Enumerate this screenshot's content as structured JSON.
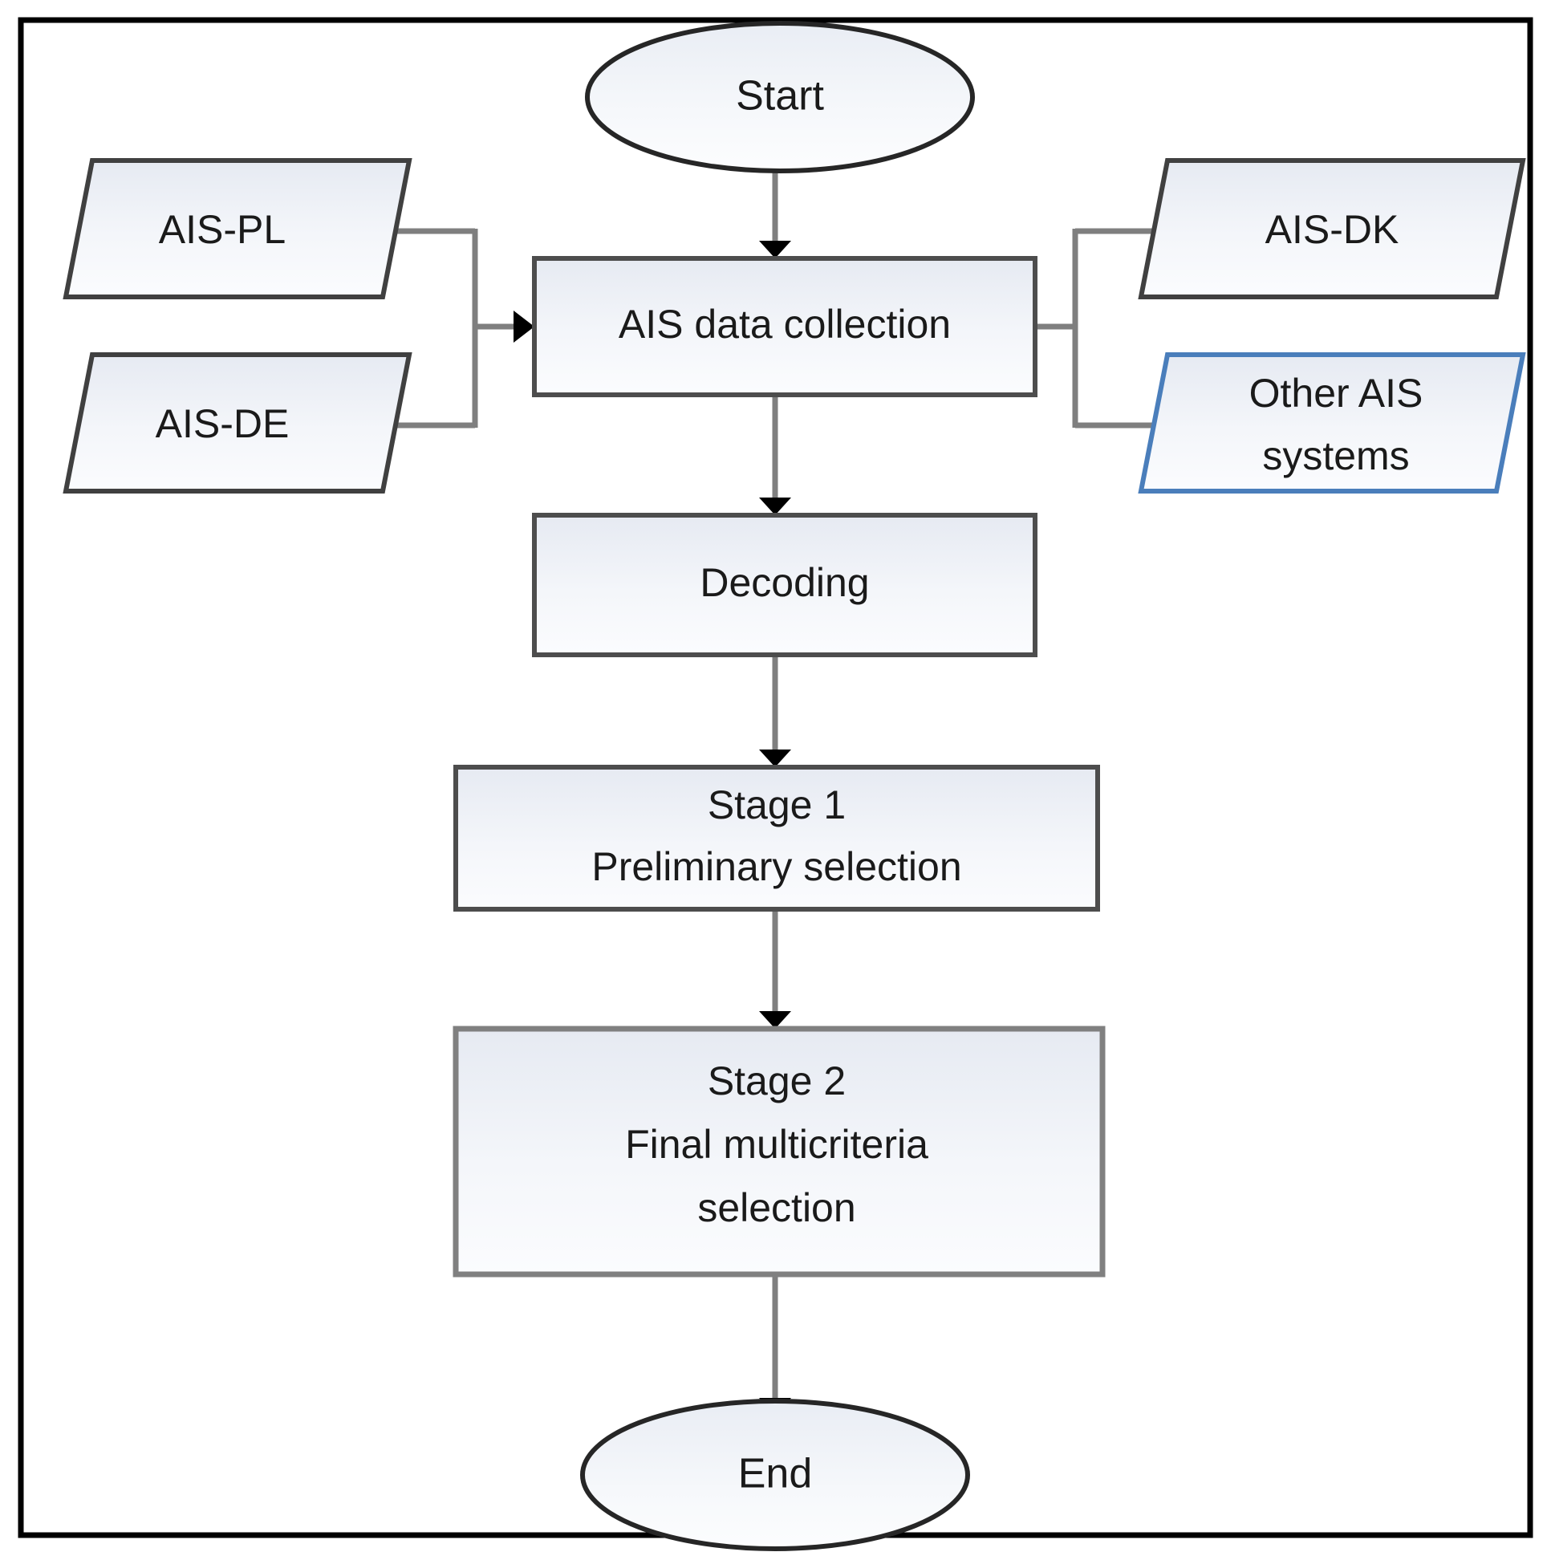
{
  "diagram": {
    "title": "AIS data processing and vessel selection flowchart",
    "frame": {
      "border_color": "#000000",
      "background_color": "#ffffff"
    },
    "style": {
      "node_fill_top": "#e6eaf2",
      "node_fill_bottom": "#fbfcfe",
      "node_stroke_default": "#595959",
      "node_stroke_terminator": "#262626",
      "node_stroke_highlight": "#4a7ebb",
      "connector_color": "#7f7f7f",
      "arrowhead_color": "#000000",
      "text_color": "#1a1a1a"
    },
    "nodes": [
      {
        "id": "start",
        "shape": "ellipse",
        "label": "Start",
        "lines": [
          "Start"
        ]
      },
      {
        "id": "ais-pl",
        "shape": "parallelogram",
        "label": "AIS-PL",
        "lines": [
          "AIS-PL"
        ]
      },
      {
        "id": "ais-de",
        "shape": "parallelogram",
        "label": "AIS-DE",
        "lines": [
          "AIS-DE"
        ]
      },
      {
        "id": "ais-dk",
        "shape": "parallelogram",
        "label": "AIS-DK",
        "lines": [
          "AIS-DK"
        ]
      },
      {
        "id": "other-ais",
        "shape": "parallelogram",
        "label": "Other AIS systems",
        "lines": [
          "Other AIS",
          "systems"
        ]
      },
      {
        "id": "collection",
        "shape": "process",
        "label": "AIS data collection",
        "lines": [
          "AIS data collection"
        ]
      },
      {
        "id": "decoding",
        "shape": "process",
        "label": "Decoding",
        "lines": [
          "Decoding"
        ]
      },
      {
        "id": "stage1",
        "shape": "process",
        "label": "Stage 1 Preliminary selection",
        "lines": [
          "Stage 1",
          "Preliminary selection"
        ]
      },
      {
        "id": "stage2",
        "shape": "process",
        "label": "Stage 2 Final multicriteria selection",
        "lines": [
          "Stage 2",
          "Final multicriteria",
          "selection"
        ]
      },
      {
        "id": "end",
        "shape": "ellipse",
        "label": "End",
        "lines": [
          "End"
        ]
      }
    ],
    "labels": {
      "start": "Start",
      "ais_pl": "AIS-PL",
      "ais_de": "AIS-DE",
      "ais_dk": "AIS-DK",
      "other_ais_line1": "Other AIS",
      "other_ais_line2": "systems",
      "collection": "AIS data collection",
      "decoding": "Decoding",
      "stage1_line1": "Stage 1",
      "stage1_line2": "Preliminary selection",
      "stage2_line1": "Stage 2",
      "stage2_line2": "Final multicriteria",
      "stage2_line3": "selection",
      "end": "End"
    },
    "edges": [
      {
        "id": "start-to-collection",
        "from": "start",
        "to": "collection",
        "direction": "down"
      },
      {
        "id": "ais-pl-to-collection",
        "from": "ais-pl",
        "to": "collection",
        "direction": "right"
      },
      {
        "id": "ais-de-to-collection",
        "from": "ais-de",
        "to": "collection",
        "direction": "right"
      },
      {
        "id": "ais-dk-to-collection",
        "from": "ais-dk",
        "to": "collection",
        "direction": "left"
      },
      {
        "id": "other-ais-to-collection",
        "from": "other-ais",
        "to": "collection",
        "direction": "left"
      },
      {
        "id": "collection-to-decoding",
        "from": "collection",
        "to": "decoding",
        "direction": "down"
      },
      {
        "id": "decoding-to-stage1",
        "from": "decoding",
        "to": "stage1",
        "direction": "down"
      },
      {
        "id": "stage1-to-stage2",
        "from": "stage1",
        "to": "stage2",
        "direction": "down"
      },
      {
        "id": "stage2-to-end",
        "from": "stage2",
        "to": "end",
        "direction": "down"
      }
    ]
  }
}
